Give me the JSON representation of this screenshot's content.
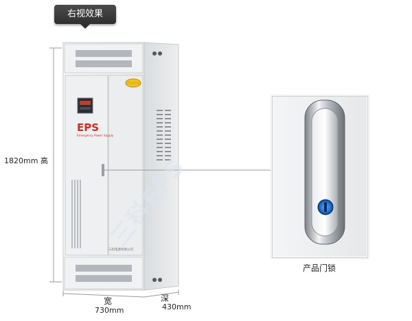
{
  "badge": {
    "label": "右视效果"
  },
  "dimensions": {
    "height_label": "1820mm 高",
    "width_cn": "宽",
    "width_value": "730mm",
    "depth_cn": "深",
    "depth_value": "430mm"
  },
  "cabinet": {
    "eps_title": "EPS",
    "eps_subtitle": "Emergency Power Supply",
    "maker_plate": "三科电源有限公司"
  },
  "inset": {
    "caption": "产品门锁"
  },
  "watermark": {
    "text": "三科EPS"
  },
  "colors": {
    "eps_red": "#d42a1e",
    "badge_dark": "#333333",
    "panel": "#e9ebec"
  }
}
